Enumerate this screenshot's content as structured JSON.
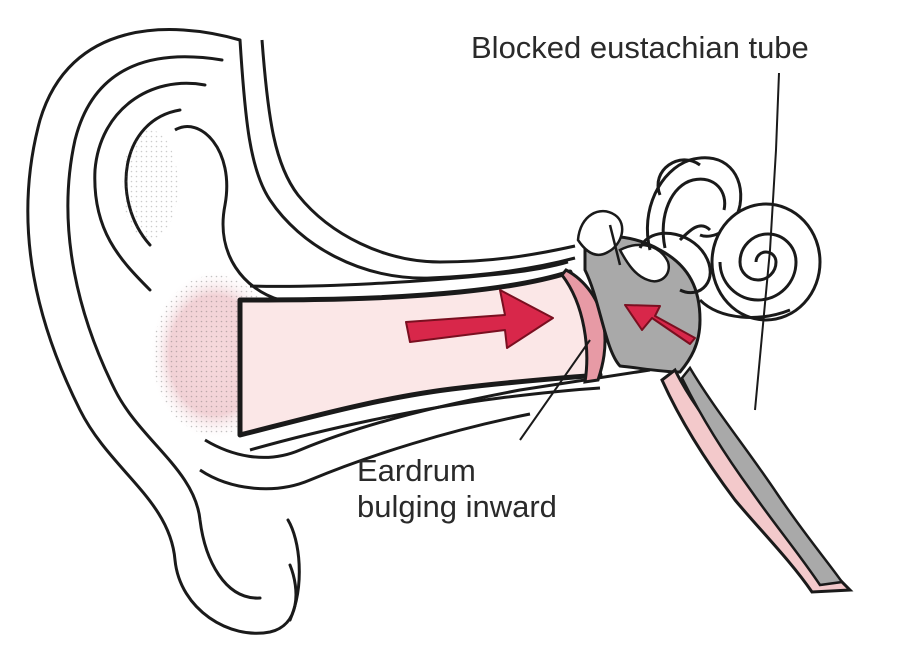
{
  "labels": {
    "blocked_tube": "Blocked eustachian tube",
    "eardrum_line1": "Eardrum",
    "eardrum_line2": "bulging inward"
  },
  "colors": {
    "outline": "#1a1a1a",
    "canal_fill": "#fbe7e7",
    "tissue_pink": "#f3c9cb",
    "arrow_red": "#d8274a",
    "middle_ear_gray": "#a9a9a9",
    "eardrum_pink": "#e79aa5"
  },
  "icons": [
    "outer-ear-icon",
    "ear-canal-icon",
    "eardrum-icon",
    "cochlea-icon",
    "semicircular-canals-icon",
    "eustachian-tube-icon",
    "pressure-arrow-icon"
  ]
}
